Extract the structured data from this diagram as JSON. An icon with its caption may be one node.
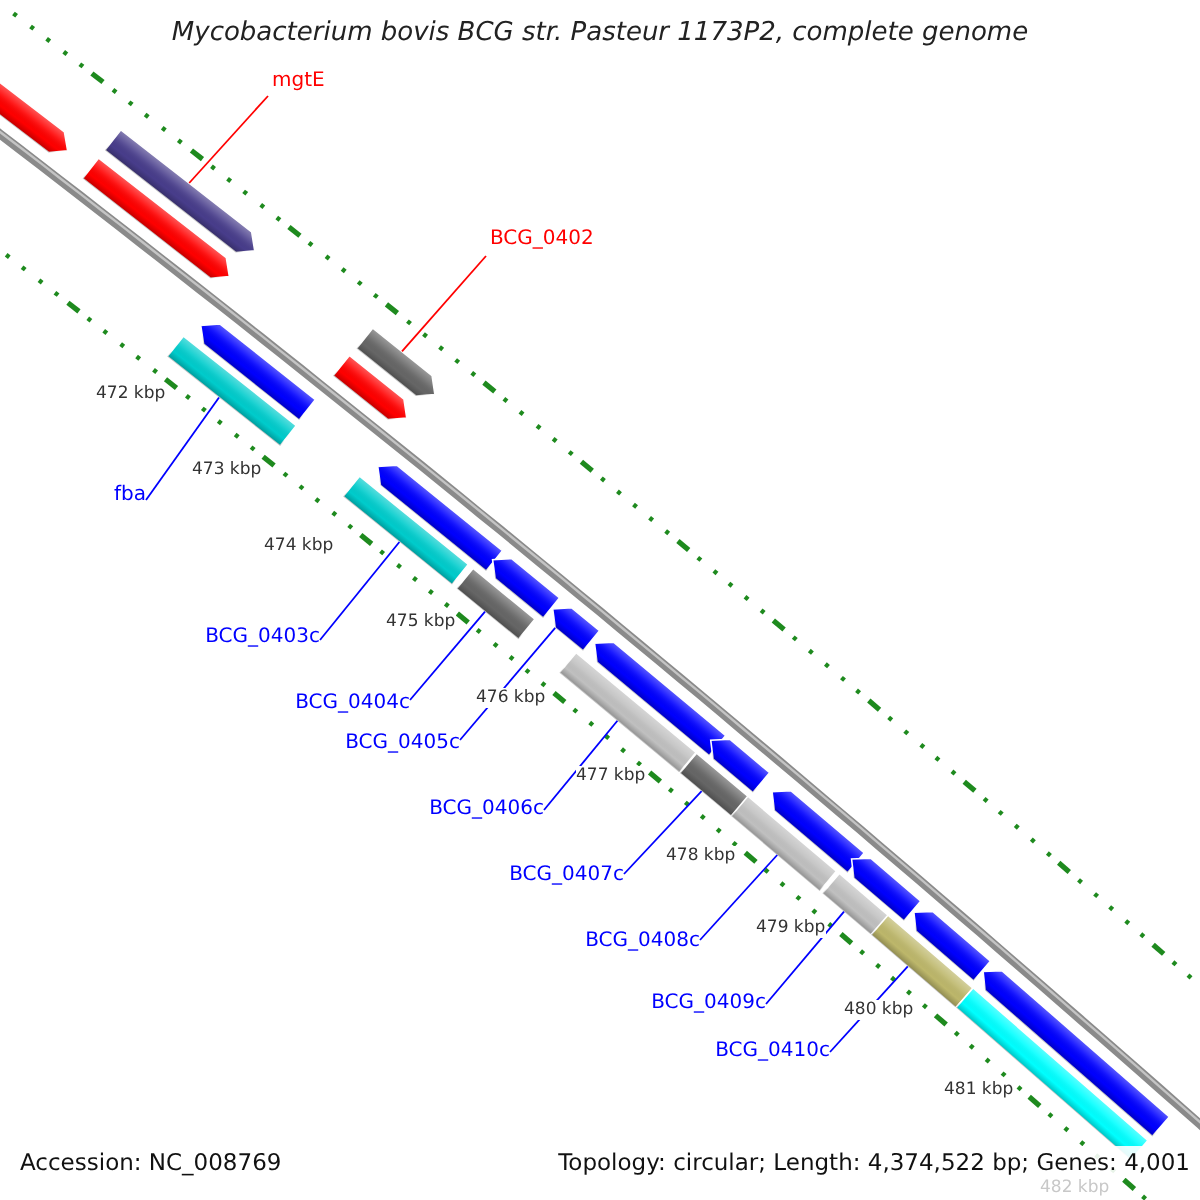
{
  "diagram": {
    "title": "Mycobacterium bovis BCG str. Pasteur 1173P2, complete genome",
    "nodes": [
      {
        "text": [
          "mgtE"
        ]
      },
      {
        "text": [
          "BCG_0402"
        ]
      },
      {
        "text": [
          "fba"
        ]
      },
      {
        "text": [
          "BCG_0403c"
        ]
      },
      {
        "text": [
          "BCG_0404c"
        ]
      },
      {
        "text": [
          "BCG_0405c"
        ]
      },
      {
        "text": [
          "BCG_0406c"
        ]
      },
      {
        "text": [
          "BCG_0407c"
        ]
      },
      {
        "text": [
          "BCG_0408c"
        ]
      },
      {
        "text": [
          "BCG_0409c"
        ]
      },
      {
        "text": [
          "BCG_0410c"
        ]
      },
      {
        "text": [],
        "shape": "bar"
      },
      {
        "text": [],
        "shape": "bar"
      },
      {
        "text": [],
        "shape": "bar"
      },
      {
        "text": [],
        "shape": "bar"
      },
      {
        "text": [],
        "shape": "bar"
      },
      {
        "text": [],
        "shape": "bar"
      },
      {
        "text": [],
        "shape": "bar"
      },
      {
        "text": [],
        "shape": "bar"
      },
      {
        "text": [],
        "shape": "bar"
      },
      {
        "text": [],
        "shape": "bar"
      },
      {
        "text": [],
        "shape": "bar"
      },
      {
        "text": [],
        "shape": "bar"
      },
      {
        "text": [],
        "shape": "bar"
      },
      {
        "text": [],
        "shape": "bar"
      },
      {
        "text": [],
        "shape": "bar"
      },
      {
        "text": [],
        "shape": "bar"
      },
      {
        "text": [],
        "shape": "bar"
      },
      {
        "text": [],
        "shape": "bar"
      },
      {
        "text": [],
        "shape": "bar"
      },
      {
        "text": [],
        "shape": "bar"
      },
      {
        "text": [],
        "shape": "bar"
      },
      {
        "text": [],
        "shape": "bar"
      },
      {
        "text": [],
        "shape": "bar"
      },
      {
        "text": [],
        "shape": "bar"
      }
    ],
    "edges": [
      {
        "from": 0,
        "to": 12,
        "arrow": "none",
        "color": "#ff0000"
      },
      {
        "from": 1,
        "to": 14,
        "arrow": "none",
        "color": "#ff0000"
      },
      {
        "from": 2,
        "to": 17,
        "arrow": "none"
      },
      {
        "from": 3,
        "to": 19,
        "arrow": "none"
      },
      {
        "from": 4,
        "to": 21,
        "arrow": "none"
      },
      {
        "from": 5,
        "to": 22,
        "arrow": "none"
      },
      {
        "from": 6,
        "to": 23,
        "arrow": "none"
      },
      {
        "from": 7,
        "to": 25,
        "arrow": "none"
      },
      {
        "from": 8,
        "to": 27,
        "arrow": "none"
      },
      {
        "from": 9,
        "to": 29,
        "arrow": "none"
      },
      {
        "from": 10,
        "to": 32,
        "arrow": "none"
      }
    ],
    "labels": [
      "472 kbp",
      "473 kbp",
      "474 kbp",
      "475 kbp",
      "476 kbp",
      "477 kbp",
      "478 kbp",
      "479 kbp",
      "480 kbp",
      "481 kbp",
      "482 kbp",
      "Accession: NC_008769",
      "Topology: circular; Length: 4,374,522 bp; Genes: 4,001"
    ]
  }
}
